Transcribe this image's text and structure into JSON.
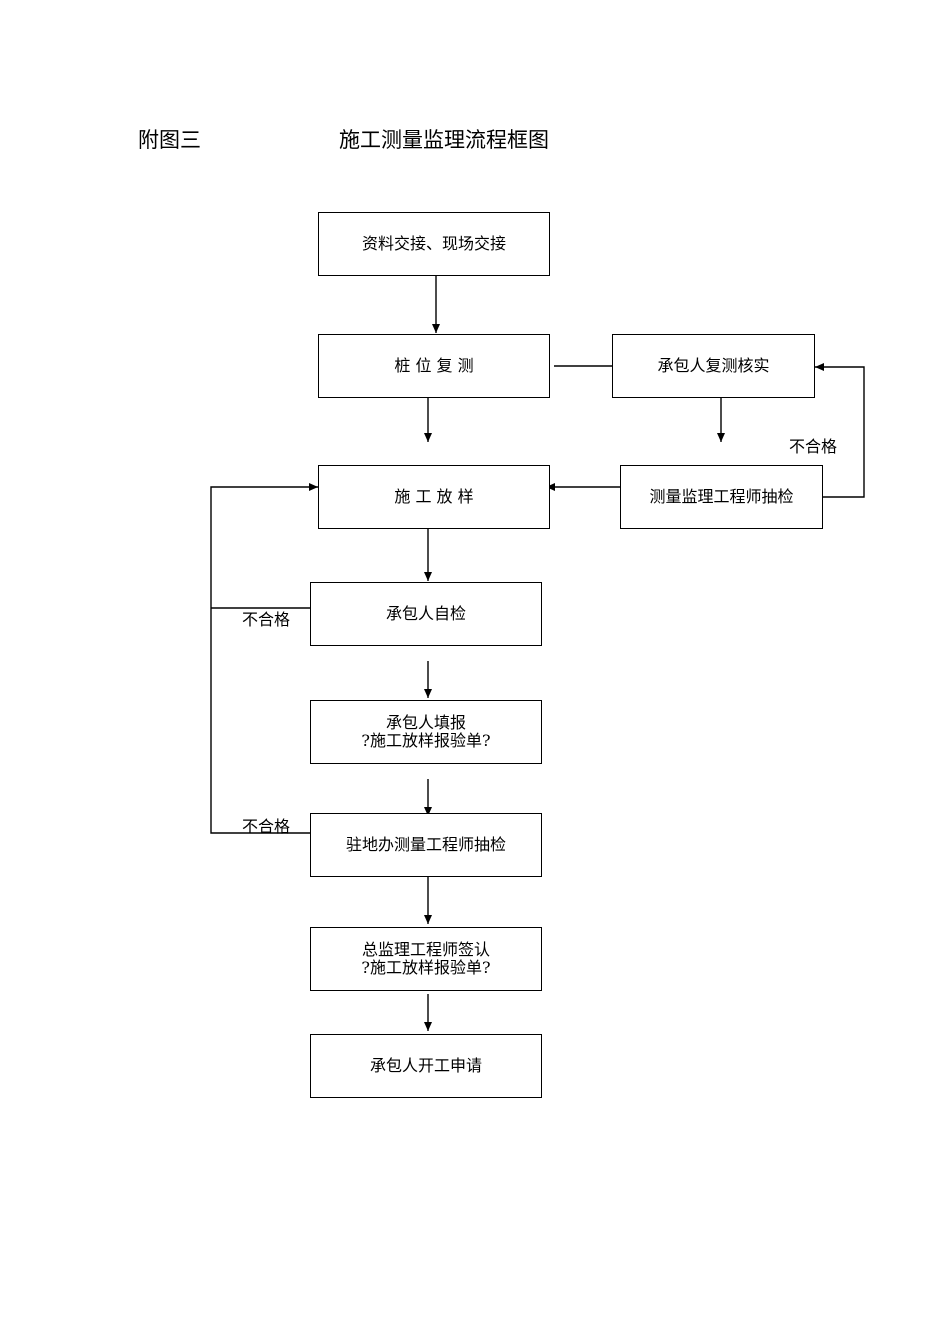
{
  "header": {
    "appendix": "附图三",
    "title": "施工测量监理流程框图"
  },
  "nodes": {
    "handover": "资料交接、现场交接",
    "stake_recheck": "桩 位 复 测",
    "contractor_recheck": "承包人复测核实",
    "setting_out": "施 工 放 样",
    "engineer_spot_check": "测量监理工程师抽检",
    "self_check": "承包人自检",
    "fill_form_line1": "承包人填报",
    "fill_form_line2": "?施工放样报验单?",
    "resident_check": "驻地办测量工程师抽检",
    "chief_sign_line1": "总监理工程师签认",
    "chief_sign_line2": "?施工放样报验单?",
    "start_application": "承包人开工申请"
  },
  "labels": {
    "fail_right": "不合格",
    "fail_left_1": "不合格",
    "fail_left_2": "不合格"
  }
}
